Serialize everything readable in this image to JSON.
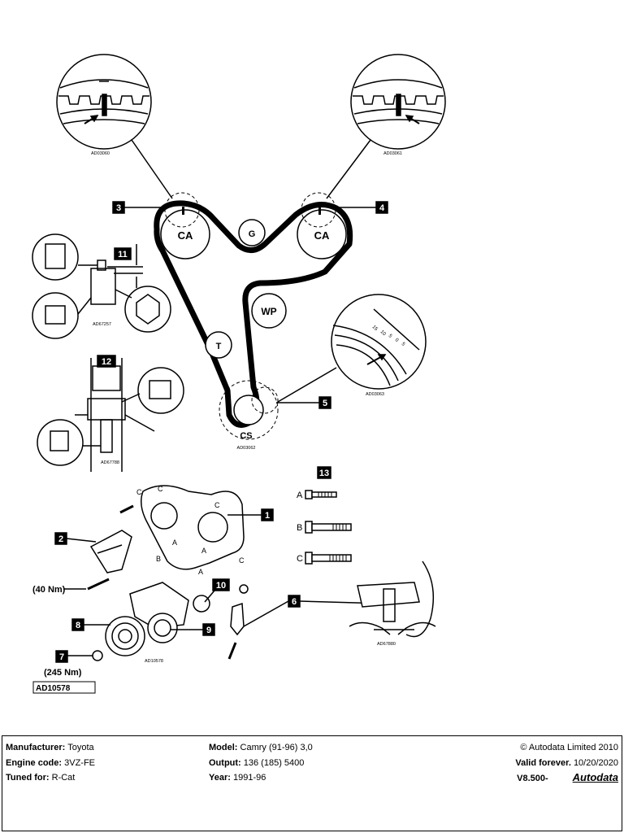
{
  "diagram": {
    "callouts": [
      "1",
      "2",
      "3",
      "4",
      "5",
      "6",
      "7",
      "8",
      "9",
      "10",
      "11",
      "12",
      "13"
    ],
    "pulleys": {
      "cam_left": "CA",
      "cam_right": "CA",
      "idler": "G",
      "water_pump": "WP",
      "tensioner": "T",
      "crankshaft": "CS"
    },
    "ref_codes": {
      "cam_left_detail": "AD03060",
      "cam_right_detail": "AD03061",
      "crank_mark_detail": "AD03063",
      "crank_detail": "AD03062",
      "tensioner_detail": "AD67257",
      "tensioner_install": "AD67788",
      "belt_removal": "AD67880",
      "components": "AD10578",
      "main_code": "AD10578"
    },
    "bolt_letters": [
      "A",
      "B",
      "C"
    ],
    "torque_crank_bolt": "(245 Nm)",
    "torque_bracket_bolt": "(40 Nm)",
    "scale_marks": [
      "15",
      "10",
      "5",
      "0",
      "5"
    ]
  },
  "footer": {
    "manufacturer_label": "Manufacturer:",
    "manufacturer": "Toyota",
    "engine_label": "Engine code:",
    "engine": "3VZ-FE",
    "tuned_label": "Tuned for:",
    "tuned": "R-Cat",
    "model_label": "Model:",
    "model": "Camry (91-96) 3,0",
    "output_label": "Output:",
    "output": "136 (185) 5400",
    "year_label": "Year:",
    "year": "1991-96",
    "copyright": "© Autodata Limited 2010",
    "valid_label": "Valid forever.",
    "valid_date": "10/20/2020",
    "version": "V8.500-",
    "logo": "Autodata"
  }
}
